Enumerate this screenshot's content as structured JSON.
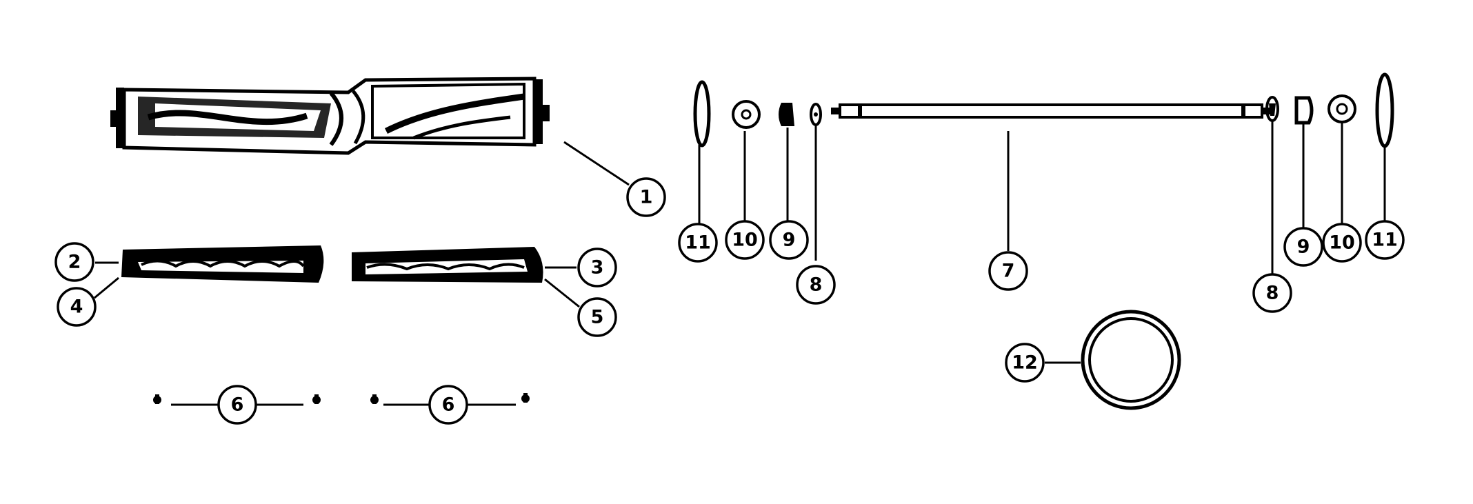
{
  "callouts": {
    "c1": "1",
    "c2": "2",
    "c3": "3",
    "c4": "4",
    "c5": "5",
    "c6a": "6",
    "c6b": "6",
    "c7": "7",
    "c8a": "8",
    "c8b": "8",
    "c9a": "9",
    "c9b": "9",
    "c10a": "10",
    "c10b": "10",
    "c11a": "11",
    "c11b": "11",
    "c12": "12"
  },
  "colors": {
    "ink": "#000000",
    "paper": "#ffffff"
  }
}
